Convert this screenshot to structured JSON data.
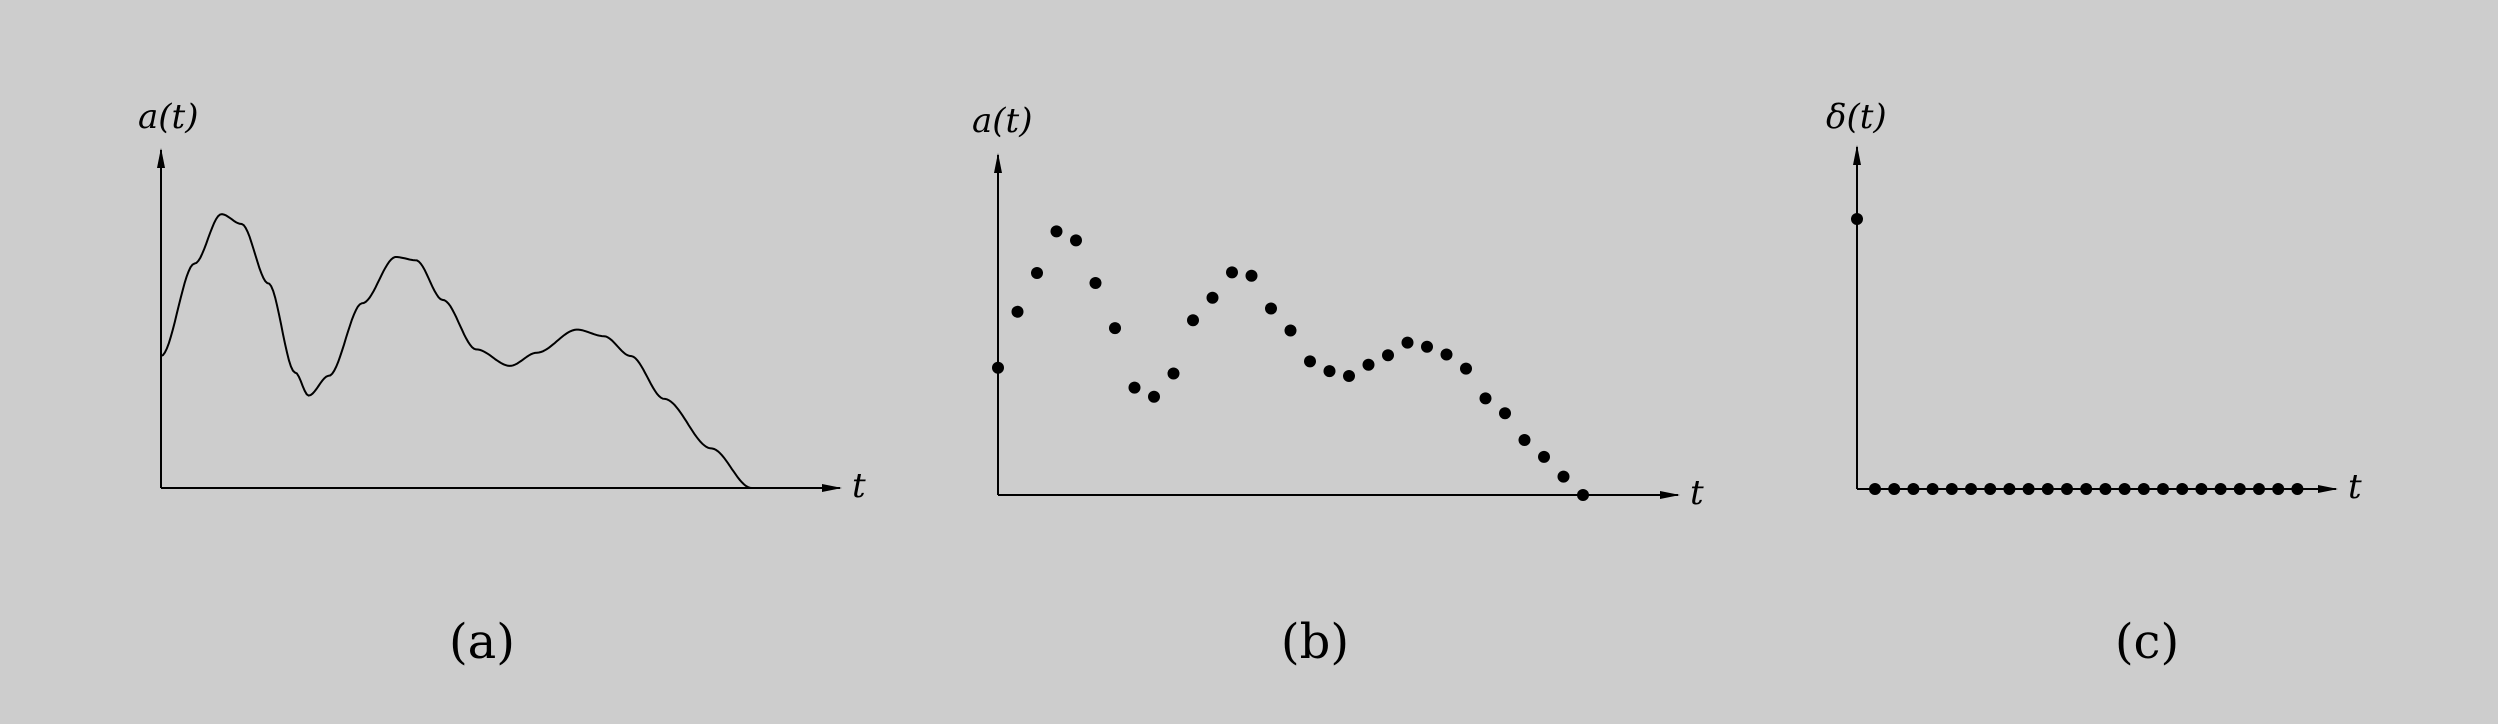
{
  "panels": [
    {
      "id": "a",
      "caption": "(a)",
      "ylabel": "a(t)",
      "xlabel": "t",
      "kind": "continuous"
    },
    {
      "id": "b",
      "caption": "(b)",
      "ylabel": "a(t)",
      "xlabel": "t",
      "kind": "sampled",
      "sample_count": 31
    },
    {
      "id": "c",
      "caption": "(c)",
      "ylabel": "δ(t)",
      "xlabel": "t",
      "kind": "impulse",
      "impulse_value": 1,
      "zero_sample_count": 23
    }
  ]
}
